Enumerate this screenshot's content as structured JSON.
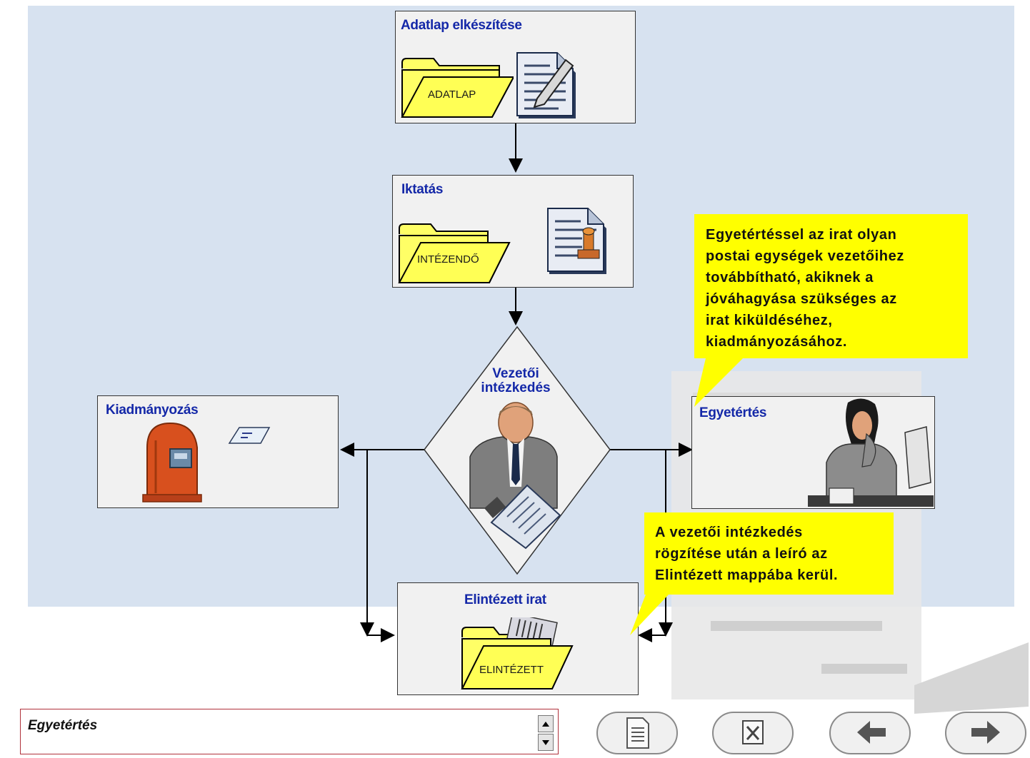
{
  "steps": {
    "adatlap": {
      "title": "Adatlap elkészítése",
      "folder_label": "ADATLAP"
    },
    "iktatas": {
      "title": "Iktatás",
      "folder_label": "INTÉZENDŐ"
    },
    "vezetoi": {
      "title_line1": "Vezetői",
      "title_line2": "intézkedés"
    },
    "kiadmanyozas": {
      "title": "Kiadmányozás"
    },
    "egyetertes": {
      "title": "Egyetértés"
    },
    "elintezett": {
      "title": "Elintézett irat",
      "folder_label": "ELINTÉZETT"
    }
  },
  "callouts": {
    "top": {
      "lines": [
        "Egyetértéssel az irat olyan",
        "postai egységek vezetőihez",
        "továbbítható, akiknek a",
        "jóváhagyása szükséges az",
        "irat kiküldéséhez,",
        "kiadmányozásához."
      ]
    },
    "bottom": {
      "lines": [
        "A vezetői intézkedés",
        "rögzítése után a leíró az",
        "Elintézett mappába kerül."
      ]
    }
  },
  "bottom_bar": {
    "text": "Egyetértés"
  },
  "nav_buttons": {
    "notes": "notes-icon",
    "close": "close-icon",
    "back": "arrow-left-icon",
    "forward": "arrow-right-icon"
  },
  "colors": {
    "title": "#1428a8",
    "background_panel": "#d7e2f0",
    "callout": "#ffff00",
    "folder": "#ffff66"
  }
}
